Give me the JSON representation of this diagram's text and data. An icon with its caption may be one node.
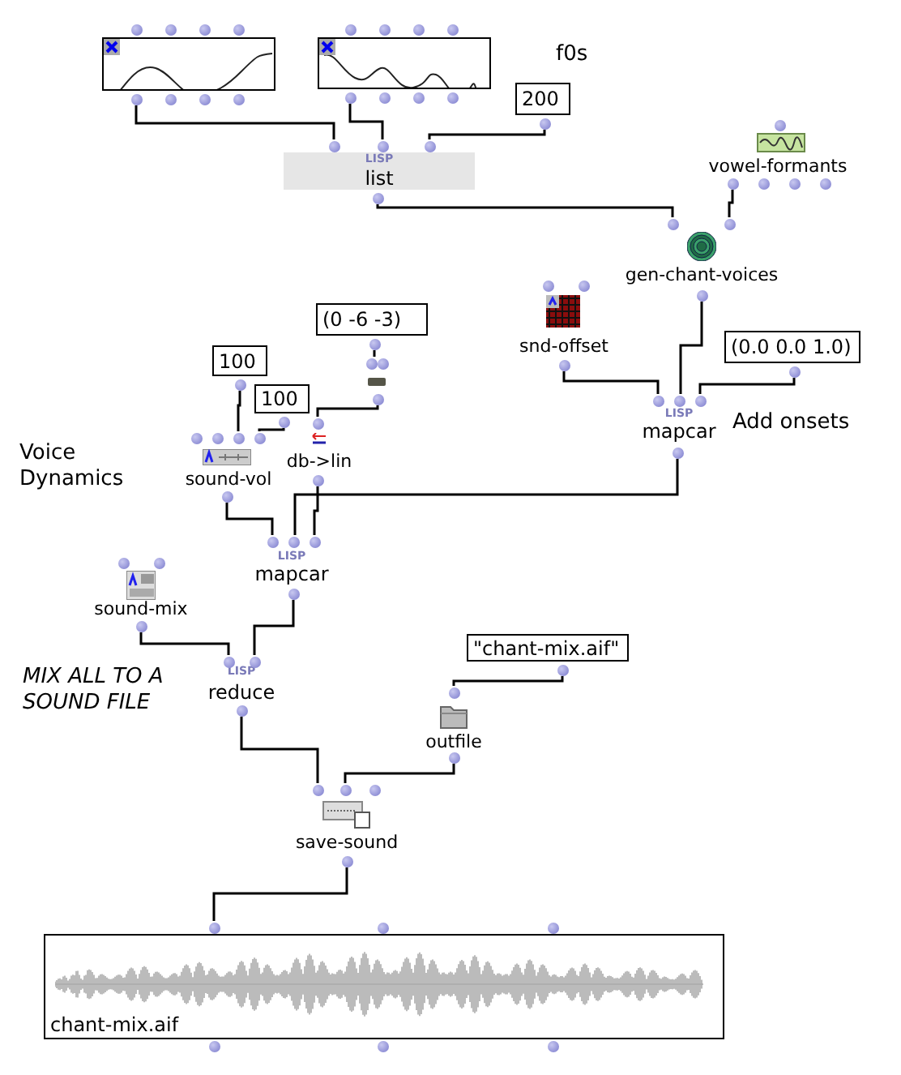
{
  "diagram": {
    "nodes": [
      {
        "text": [],
        "shape": "box"
      },
      {
        "text": [],
        "shape": "box"
      },
      {
        "text": [
          "200"
        ]
      },
      {
        "text": [
          "LISP",
          "list"
        ]
      },
      {
        "text": [
          "vowel-formants"
        ]
      },
      {
        "text": [
          "gen-chant-voices"
        ]
      },
      {
        "text": [
          "snd-offset"
        ]
      },
      {
        "text": [
          "(0.0 0.0 1.0)"
        ]
      },
      {
        "text": [
          "LISP",
          "mapcar"
        ]
      },
      {
        "text": [
          "100"
        ]
      },
      {
        "text": [
          "(0 -6 -3)"
        ]
      },
      {
        "text": [],
        "shape": "bar"
      },
      {
        "text": [
          "100"
        ]
      },
      {
        "text": [
          "sound-vol"
        ]
      },
      {
        "text": [
          "db->lin"
        ]
      },
      {
        "text": [
          "LISP",
          "mapcar"
        ]
      },
      {
        "text": [
          "sound-mix"
        ]
      },
      {
        "text": [
          "LISP",
          "reduce"
        ]
      },
      {
        "text": [
          "\"chant-mix.aif\""
        ]
      },
      {
        "text": [
          "outfile"
        ]
      },
      {
        "text": [
          "save-sound"
        ]
      },
      {
        "text": [
          "chant-mix.aif"
        ]
      }
    ],
    "edges": [
      {
        "from": 0,
        "to": 3,
        "arrow": "none"
      },
      {
        "from": 1,
        "to": 3,
        "arrow": "none"
      },
      {
        "from": 2,
        "to": 3,
        "arrow": "none"
      },
      {
        "from": 3,
        "to": 5,
        "arrow": "none"
      },
      {
        "from": 4,
        "to": 5,
        "arrow": "none"
      },
      {
        "from": 5,
        "to": 8,
        "arrow": "none"
      },
      {
        "from": 6,
        "to": 8,
        "arrow": "none"
      },
      {
        "from": 7,
        "to": 8,
        "arrow": "none"
      },
      {
        "from": 10,
        "to": 11,
        "arrow": "none"
      },
      {
        "from": 11,
        "to": 14,
        "arrow": "none"
      },
      {
        "from": 9,
        "to": 13,
        "arrow": "none"
      },
      {
        "from": 12,
        "to": 13,
        "arrow": "none"
      },
      {
        "from": 13,
        "to": 15,
        "arrow": "none"
      },
      {
        "from": 8,
        "to": 15,
        "arrow": "none"
      },
      {
        "from": 14,
        "to": 15,
        "arrow": "none"
      },
      {
        "from": 16,
        "to": 17,
        "arrow": "none"
      },
      {
        "from": 15,
        "to": 17,
        "arrow": "none"
      },
      {
        "from": 17,
        "to": 20,
        "arrow": "none"
      },
      {
        "from": 18,
        "to": 19,
        "arrow": "none"
      },
      {
        "from": 19,
        "to": 20,
        "arrow": "none"
      },
      {
        "from": 20,
        "to": 21,
        "arrow": "none"
      }
    ],
    "labels": [
      "f0s",
      "Add onsets",
      "Voice Dynamics",
      "MIX ALL TO A SOUND FILE"
    ]
  }
}
